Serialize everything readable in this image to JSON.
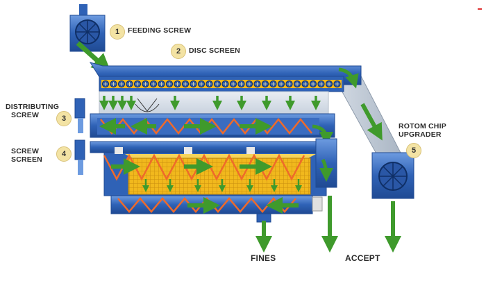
{
  "components": [
    {
      "id": "feeding-screw",
      "number": "1",
      "label": "FEEDING SCREW"
    },
    {
      "id": "disc-screen",
      "number": "2",
      "label": "DISC SCREEN"
    },
    {
      "id": "distributing-screw",
      "number": "3",
      "label_lines": [
        "DISTRIBUTING",
        "SCREW"
      ]
    },
    {
      "id": "screw-screen",
      "number": "4",
      "label_lines": [
        "SCREW",
        "SCREEN"
      ]
    },
    {
      "id": "rotom-chip-upgrader",
      "number": "5",
      "label_lines": [
        "ROTOM CHIP",
        "UPGRADER"
      ]
    }
  ],
  "outputs": {
    "fines": "FINES",
    "accept": "ACCEPT"
  },
  "colors": {
    "body_blue": "#2f62b6",
    "light_blue": "#6f9bdc",
    "flow_green": "#3f9a2c",
    "spiral_orange": "#ef6a2a",
    "screen_yellow": "#f1b81d",
    "badge": "#f3e3a4"
  }
}
